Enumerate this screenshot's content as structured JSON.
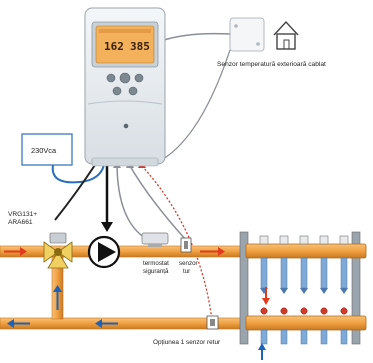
{
  "controller": {
    "display_left": "162",
    "display_right": "385"
  },
  "labels": {
    "outdoor_sensor": "Senzor temperatură exterioară cablat",
    "power_supply": "230Vca",
    "valve_line1": "VRG131+",
    "valve_line2": "ARA661",
    "thermostat_line1": "termostat",
    "thermostat_line2": "siguranță",
    "flow_sensor_line1": "senzor",
    "flow_sensor_line2": "tur",
    "return_option": "Opțiunea 1  senzor retur"
  },
  "colors": {
    "pipe_orange": "#f0a040",
    "pipe_outline": "#c47420",
    "hot_arrow": "#e23a1c",
    "cold_arrow": "#1e62b8",
    "manifold_pipe": "#7fa9d6",
    "controller_body": "#e9eef2",
    "display_bg": "#f2b15a",
    "cable_blue": "#2a6fb8",
    "cable_grey": "#8a8f96",
    "sensor_cable_red": "#d23a2a"
  }
}
